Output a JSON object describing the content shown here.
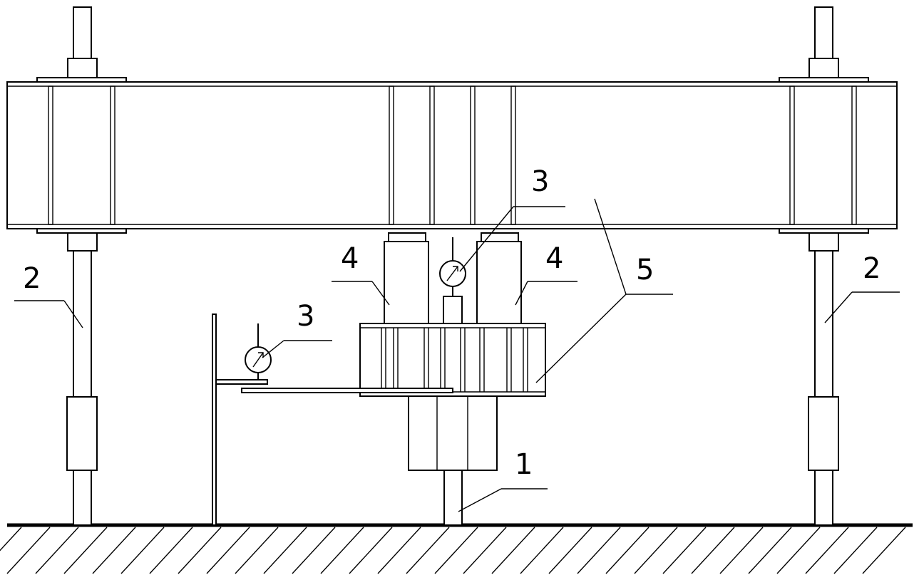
{
  "diagram": {
    "labels": {
      "column_pile": "1",
      "anchor_pile_left": "2",
      "anchor_pile_right": "2",
      "dial_gauge_top": "3",
      "dial_gauge_left": "3",
      "jack_left": "4",
      "jack_right": "4",
      "cap_beam": "5"
    },
    "colors": {
      "line": "#000000",
      "background": "#ffffff"
    }
  }
}
